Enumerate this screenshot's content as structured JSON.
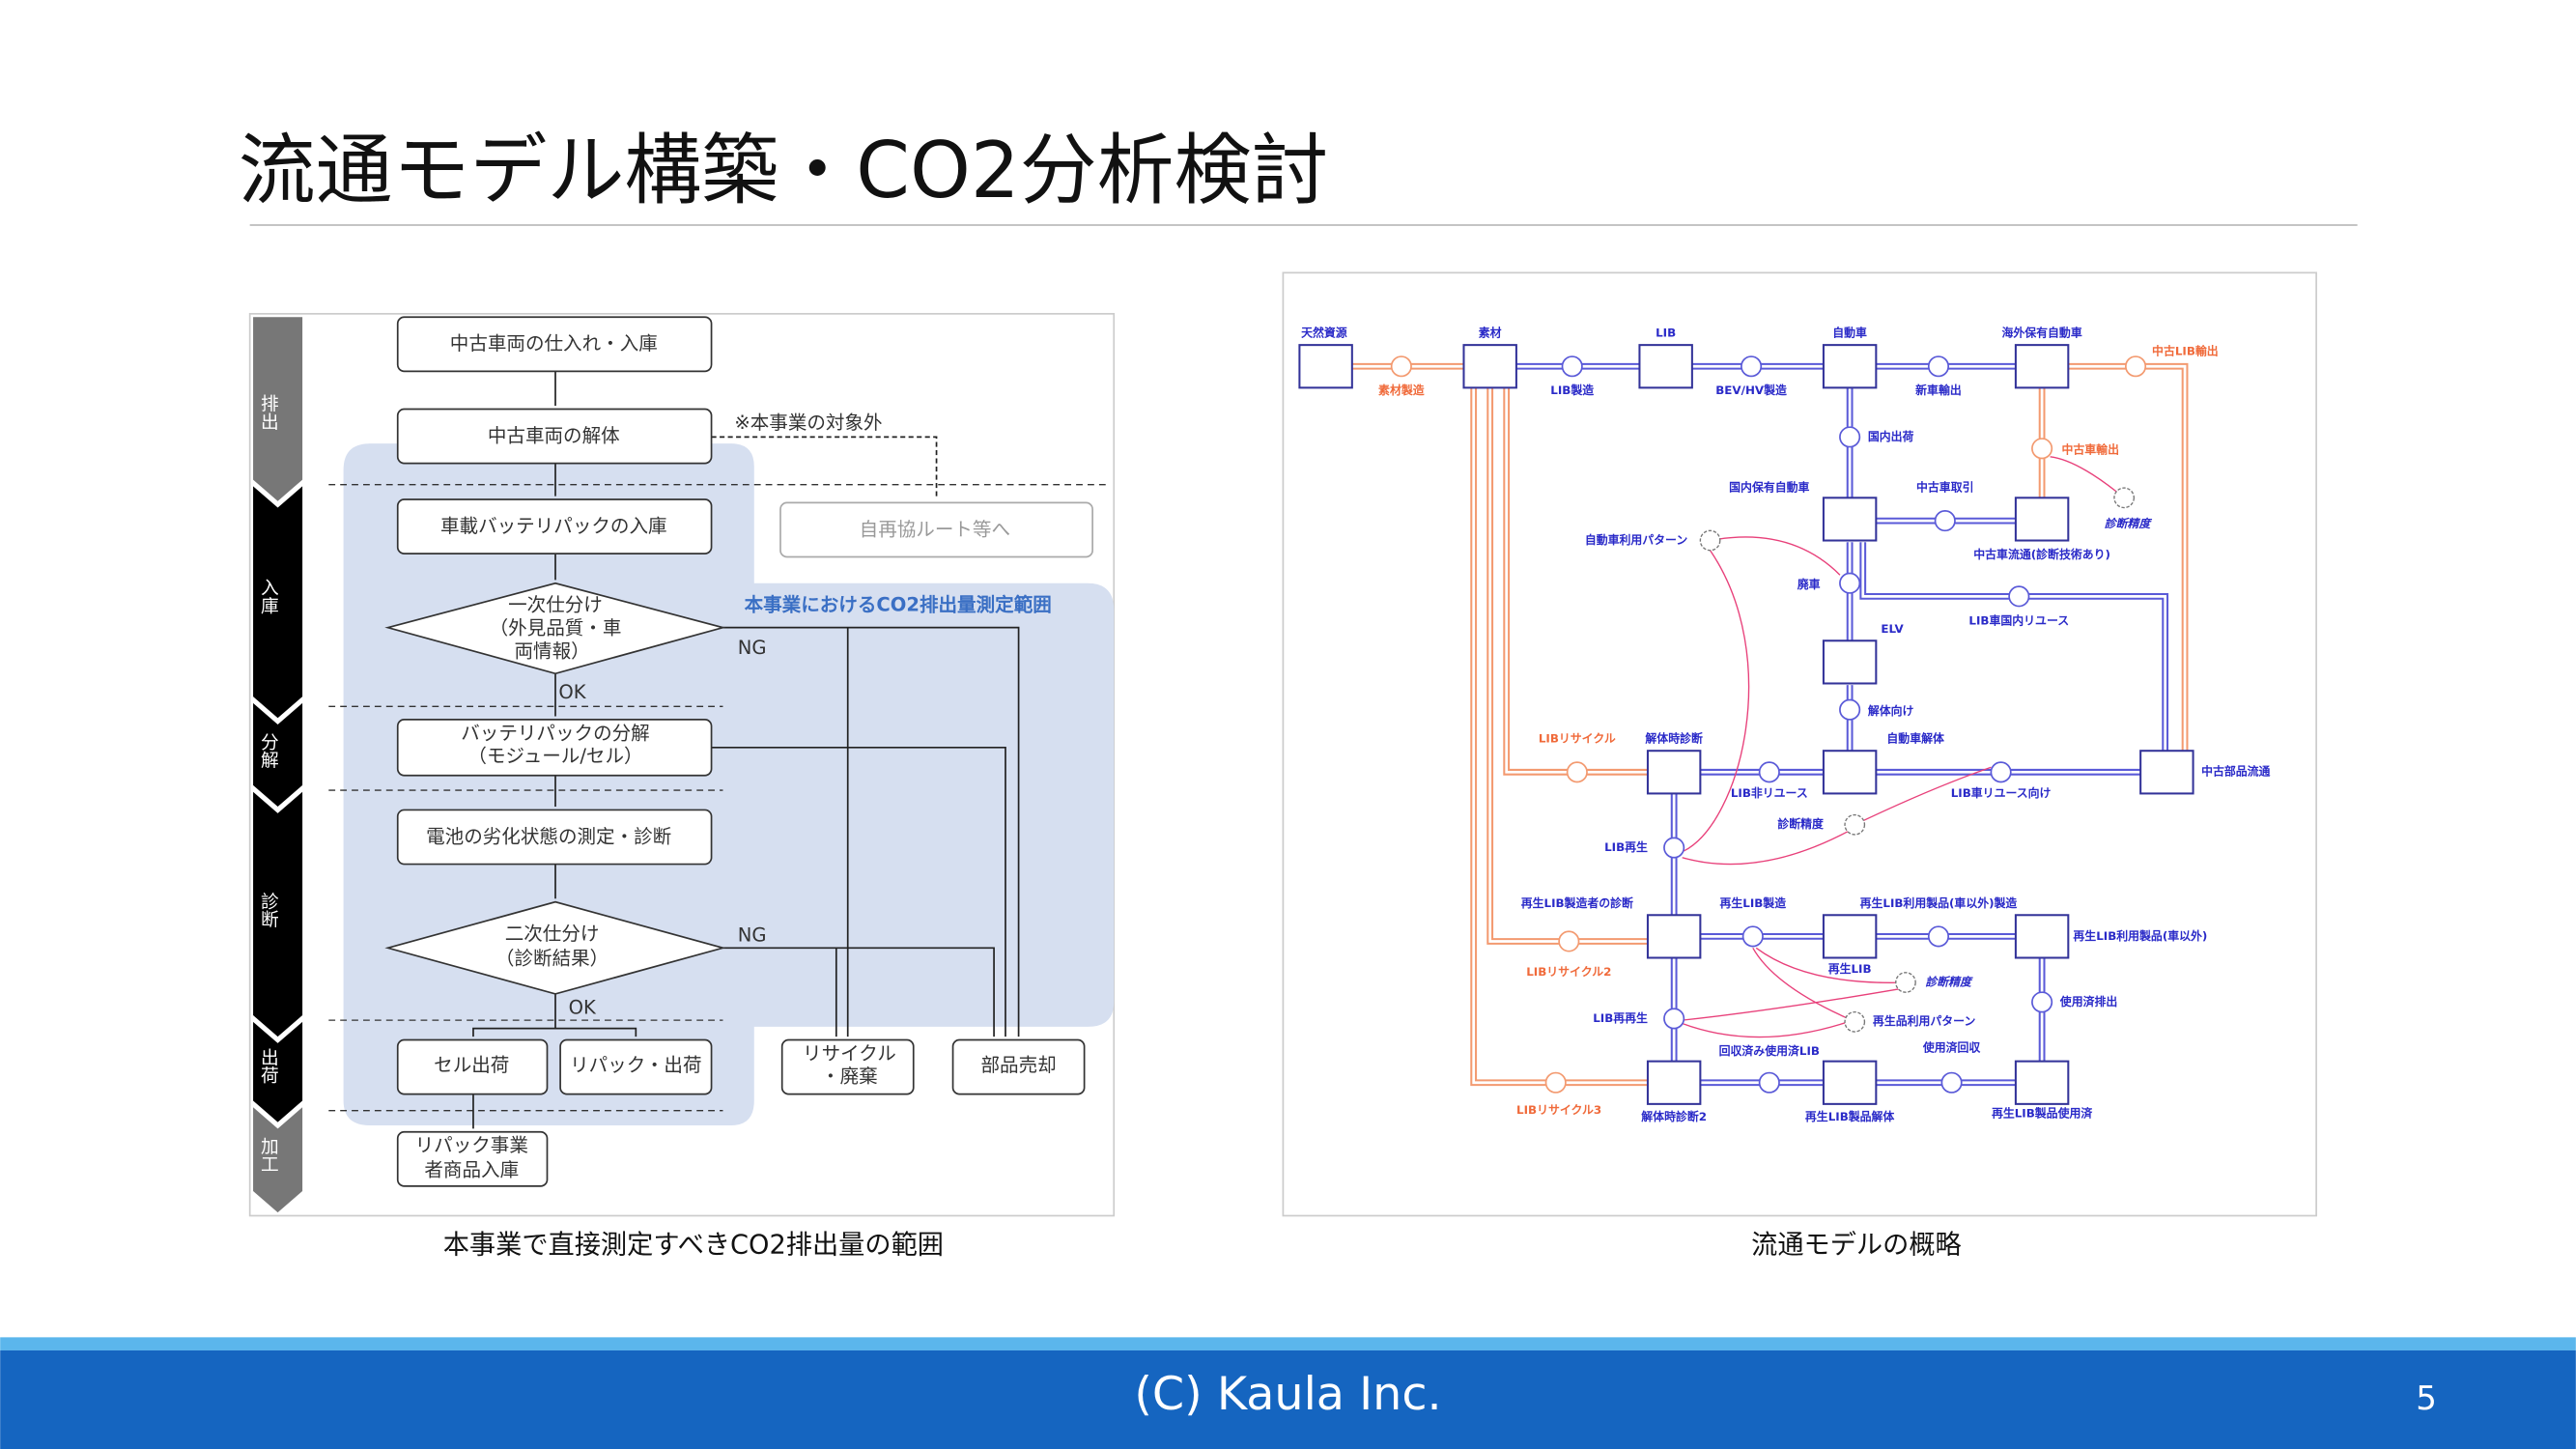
{
  "slide": {
    "title": "流通モデル構築・CO2分析検討",
    "page_number": "5",
    "footer": "(C) Kaula Inc."
  },
  "colors": {
    "footer_bar": "#1565c0",
    "footer_accent": "#5bb6ec",
    "scope_region": "#d6dff0",
    "diagram_blue": "#2a2ac8",
    "diagram_orange": "#f06a3a",
    "connector_pink": "#e8407a"
  },
  "left_figure": {
    "caption": "本事業で直接測定すべきCO2排出量の範囲",
    "phases": [
      "排出",
      "入庫",
      "分解",
      "診断",
      "出荷",
      "加工"
    ],
    "boxes": {
      "purchase": "中古車両の仕入れ・入庫",
      "dismantle": "中古車両の解体",
      "pack_intake": "車載バッテリパックの入庫",
      "pack_disassembly_1": "バッテリパックの分解",
      "pack_disassembly_2": "（モジュール/セル）",
      "measure": "電池の劣化状態の測定・診断",
      "cell_ship": "セル出荷",
      "repack_ship": "リパック・出荷",
      "repack_intake_1": "リパック事業",
      "repack_intake_2": "者商品入庫",
      "jisaikyo": "自再協ルート等へ",
      "recycle_1": "リサイクル",
      "recycle_2": "・廃棄",
      "parts_sale": "部品売却"
    },
    "decisions": {
      "first_1": "一次仕分け",
      "first_2": "（外見品質・車",
      "first_3": "両情報）",
      "second_1": "二次仕分け",
      "second_2": "（診断結果）"
    },
    "labels": {
      "out_of_scope": "※本事業の対象外",
      "scope": "本事業におけるCO2排出量測定範囲",
      "ng1": "NG",
      "ok1": "OK",
      "ng2": "NG",
      "ok2": "OK"
    }
  },
  "right_figure": {
    "caption": "流通モデルの概略",
    "labels": [
      "天然資源",
      "素材",
      "LIB",
      "自動車",
      "海外保有自動車",
      "素材製造",
      "LIB製造",
      "BEV/HV製造",
      "新車輸出",
      "中古LIB輸出",
      "国内出荷",
      "国内保有自動車",
      "中古車取引",
      "中古車流通(診断技術あり)",
      "中古車輸出",
      "診断精度",
      "自動車利用パターン",
      "廃車",
      "LIB車国内リユース",
      "ELV",
      "解体向け",
      "自動車解体",
      "中古部品流通",
      "LIB車リユース向け",
      "解体時診断",
      "LIB非リユース",
      "LIBリサイクル",
      "診断精度",
      "LIB再生",
      "再生LIB製造者の診断",
      "LIBリサイクル2",
      "再生LIB製造",
      "再生LIB",
      "再生LIB利用製品(車以外)製造",
      "再生LIB利用製品(車以外)",
      "診断精度",
      "使用済排出",
      "LIB再再生",
      "再生品利用パターン",
      "回収済み使用済LIB",
      "使用済回収",
      "解体時診断2",
      "再生LIB製品解体",
      "再生LIB製品使用済",
      "LIBリサイクル3"
    ]
  }
}
